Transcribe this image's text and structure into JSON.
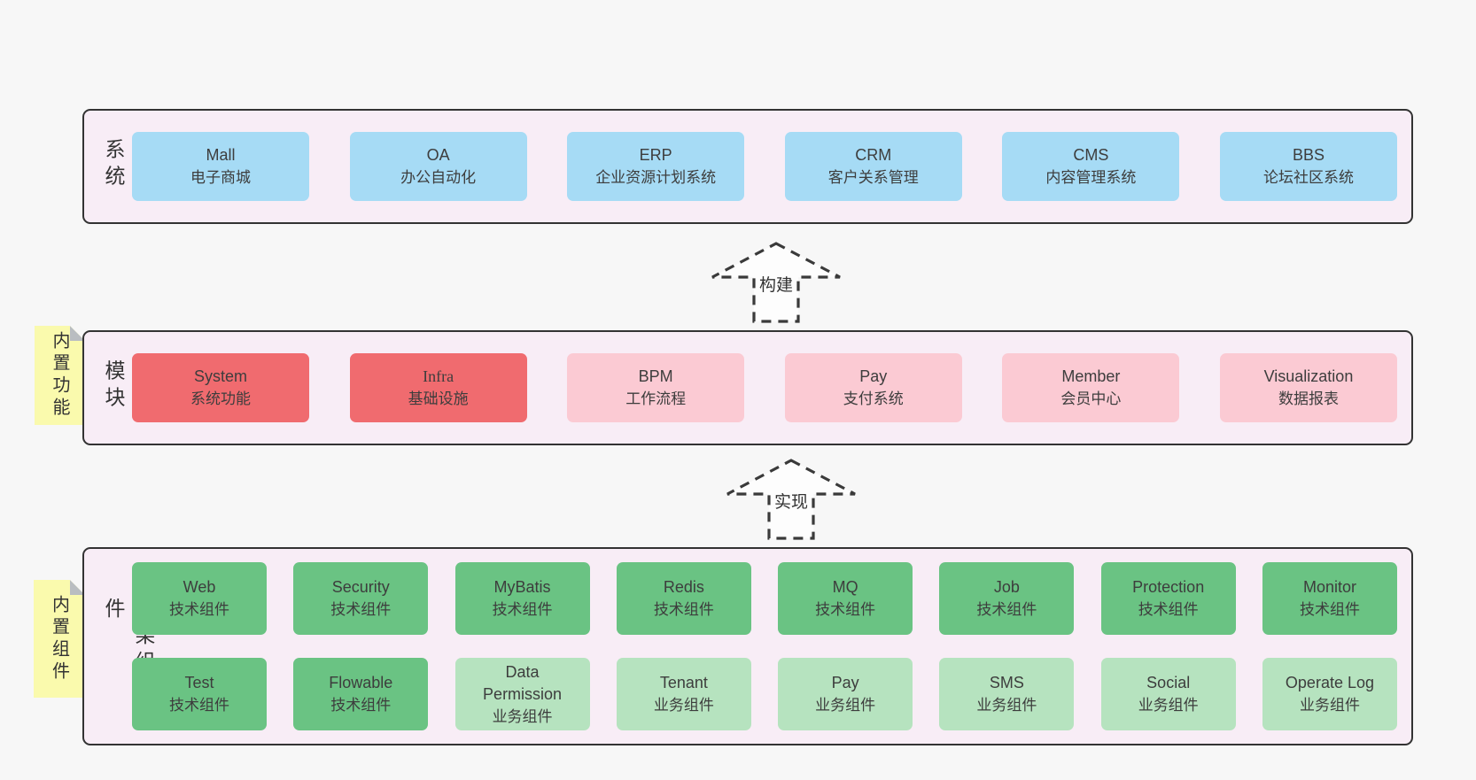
{
  "colors": {
    "page_bg": "#f7f7f7",
    "band_bg": "#f8edf6",
    "band_border": "#333333",
    "blue": "#a6dbf5",
    "red": "#f06b6f",
    "pink": "#fbcad3",
    "green": "#6ac383",
    "lightgreen": "#b6e3bf",
    "sticky_yellow": "#fafaad",
    "fold_gray": "#b9bdc1",
    "text": "#3d3d3d",
    "arrow_fill": "#fdfdfd",
    "arrow_stroke": "#3a3a3a"
  },
  "arrows": [
    {
      "label": "构建"
    },
    {
      "label": "实现"
    }
  ],
  "bands": [
    {
      "label": "业务系统",
      "sticky": null,
      "rows": [
        [
          {
            "title": "Mall",
            "subtitle": "电子商城",
            "variant": "blue"
          },
          {
            "title": "OA",
            "subtitle": "办公自动化",
            "variant": "blue"
          },
          {
            "title": "ERP",
            "subtitle": "企业资源计划系统",
            "variant": "blue"
          },
          {
            "title": "CRM",
            "subtitle": "客户关系管理",
            "variant": "blue"
          },
          {
            "title": "CMS",
            "subtitle": "内容管理系统",
            "variant": "blue"
          },
          {
            "title": "BBS",
            "subtitle": "论坛社区系统",
            "variant": "blue"
          }
        ]
      ]
    },
    {
      "label": "通用模块",
      "sticky": "内置功能",
      "rows": [
        [
          {
            "title": "System",
            "subtitle": "系统功能",
            "variant": "red"
          },
          {
            "title": "Infra",
            "subtitle": "基础设施",
            "variant": "red",
            "serif": true
          },
          {
            "title": "BPM",
            "subtitle": "工作流程",
            "variant": "pink"
          },
          {
            "title": "Pay",
            "subtitle": "支付系统",
            "variant": "pink"
          },
          {
            "title": "Member",
            "subtitle": "会员中心",
            "variant": "pink"
          },
          {
            "title": "Visualization",
            "subtitle": "数据报表",
            "variant": "pink"
          }
        ]
      ]
    },
    {
      "label": "框架组件",
      "sticky": "内置组件",
      "rows": [
        [
          {
            "title": "Web",
            "subtitle": "技术组件",
            "variant": "green"
          },
          {
            "title": "Security",
            "subtitle": "技术组件",
            "variant": "green"
          },
          {
            "title": "MyBatis",
            "subtitle": "技术组件",
            "variant": "green"
          },
          {
            "title": "Redis",
            "subtitle": "技术组件",
            "variant": "green"
          },
          {
            "title": "MQ",
            "subtitle": "技术组件",
            "variant": "green"
          },
          {
            "title": "Job",
            "subtitle": "技术组件",
            "variant": "green"
          },
          {
            "title": "Protection",
            "subtitle": "技术组件",
            "variant": "green"
          },
          {
            "title": "Monitor",
            "subtitle": "技术组件",
            "variant": "green"
          }
        ],
        [
          {
            "title": "Test",
            "subtitle": "技术组件",
            "variant": "green"
          },
          {
            "title": "Flowable",
            "subtitle": "技术组件",
            "variant": "green"
          },
          {
            "title": "Data\nPermission",
            "subtitle": "业务组件",
            "variant": "lightgreen"
          },
          {
            "title": "Tenant",
            "subtitle": "业务组件",
            "variant": "lightgreen"
          },
          {
            "title": "Pay",
            "subtitle": "业务组件",
            "variant": "lightgreen"
          },
          {
            "title": "SMS",
            "subtitle": "业务组件",
            "variant": "lightgreen"
          },
          {
            "title": "Social",
            "subtitle": "业务组件",
            "variant": "lightgreen"
          },
          {
            "title": "Operate Log",
            "subtitle": "业务组件",
            "variant": "lightgreen"
          }
        ]
      ]
    }
  ]
}
